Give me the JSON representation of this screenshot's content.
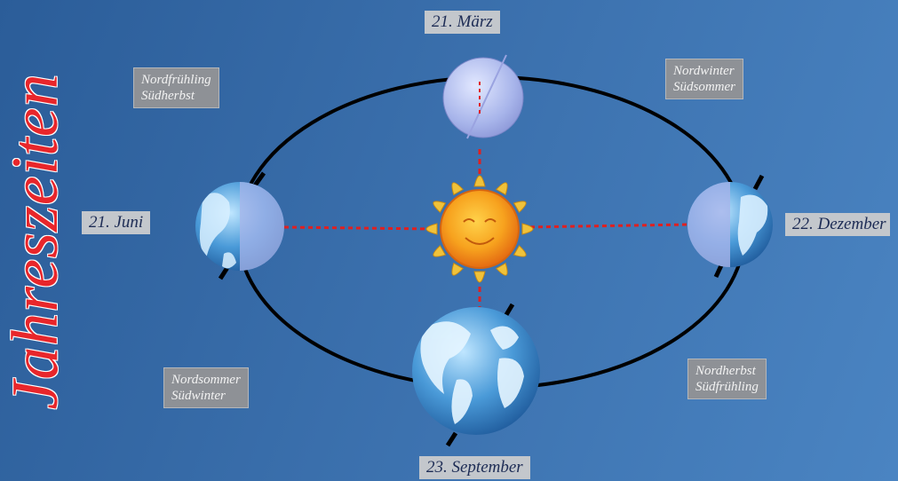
{
  "title": "Jahreszeiten",
  "dates": {
    "top": "21. März",
    "left": "21. Juni",
    "right": "22. Dezember",
    "bottom": "23. September"
  },
  "seasons": {
    "top_left": {
      "line1": "Nordfrühling",
      "line2": "Südherbst"
    },
    "top_right": {
      "line1": "Nordwinter",
      "line2": "Südsommer"
    },
    "bottom_left": {
      "line1": "Nordsommer",
      "line2": "Südwinter"
    },
    "bottom_right": {
      "line1": "Nordherbst",
      "line2": "Südfrühling"
    }
  },
  "colors": {
    "background": "#3a6fac",
    "title": "#e8262b",
    "orbit": "#000000",
    "sun_rays": "#f0c23a",
    "sun_core": "#f3921c",
    "dashed_lines": "#e02020"
  },
  "icons": [
    "sun-icon",
    "earth-icon"
  ]
}
